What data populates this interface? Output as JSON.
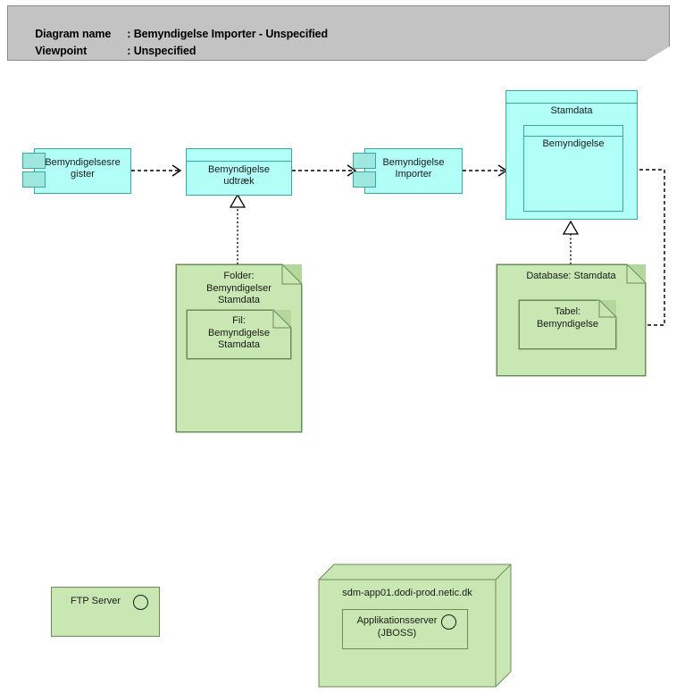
{
  "header": {
    "line1_label": "Diagram name",
    "line1_sep": ": ",
    "line1_value": "Bemyndigelse Importer - Unspecified",
    "line2_label": "Viewpoint",
    "line2_sep": ": ",
    "line2_value": "Unspecified",
    "bg_color": "#c3c3c3"
  },
  "colors": {
    "component_fill": "#b2fff8",
    "component_stroke": "#3aa7a0",
    "artifact_fill": "#c9e7b2",
    "artifact_stroke": "#6d8a5a",
    "artifact_fold": "#b4d79c",
    "header_gray": "#c3c3c3",
    "line": "#000000"
  },
  "components": {
    "bemyndigelsesregister": {
      "label": "Bemyndigelsesre\ngister"
    },
    "bemyndigelse_udtraek": {
      "label": "Bemyndigelse\nudtræk"
    },
    "bemyndigelse_importer": {
      "label": "Bemyndigelse\nImporter"
    },
    "stamdata": {
      "label": "Stamdata"
    },
    "bemyndigelse_inner": {
      "label": "Bemyndigelse"
    }
  },
  "artifacts": {
    "folder_bemyndigelser": {
      "label": "Folder:\nBemyndigelser\nStamdata"
    },
    "fil_bemyndigelse": {
      "label": "Fil:\nBemyndigelse\nStamdata"
    },
    "database_stamdata": {
      "label": "Database: Stamdata"
    },
    "tabel_bemyndigelse": {
      "label": "Tabel:\nBemyndigelse"
    }
  },
  "nodes": {
    "ftp_server": {
      "label": "FTP Server",
      "icon": "execution-environment-circle"
    },
    "app_host": {
      "label": "sdm-app01.dodi-prod.netic.dk"
    },
    "app_server": {
      "label": "Applikationsserver\n(JBOSS)",
      "icon": "execution-environment-circle"
    }
  },
  "connectors": [
    {
      "name": "register-to-udtraek",
      "style": "dashed",
      "arrow": "open"
    },
    {
      "name": "udtraek-to-importer",
      "style": "dashed",
      "arrow": "open"
    },
    {
      "name": "importer-to-stamdata",
      "style": "dashed",
      "arrow": "open"
    },
    {
      "name": "folder-manifest-udtraek",
      "style": "dotted",
      "arrow": "hollow-triangle"
    },
    {
      "name": "database-manifest-stamdata",
      "style": "dotted",
      "arrow": "hollow-triangle"
    },
    {
      "name": "tabel-realizes-stamdata",
      "style": "dashed",
      "arrow": "hollow-triangle"
    }
  ]
}
